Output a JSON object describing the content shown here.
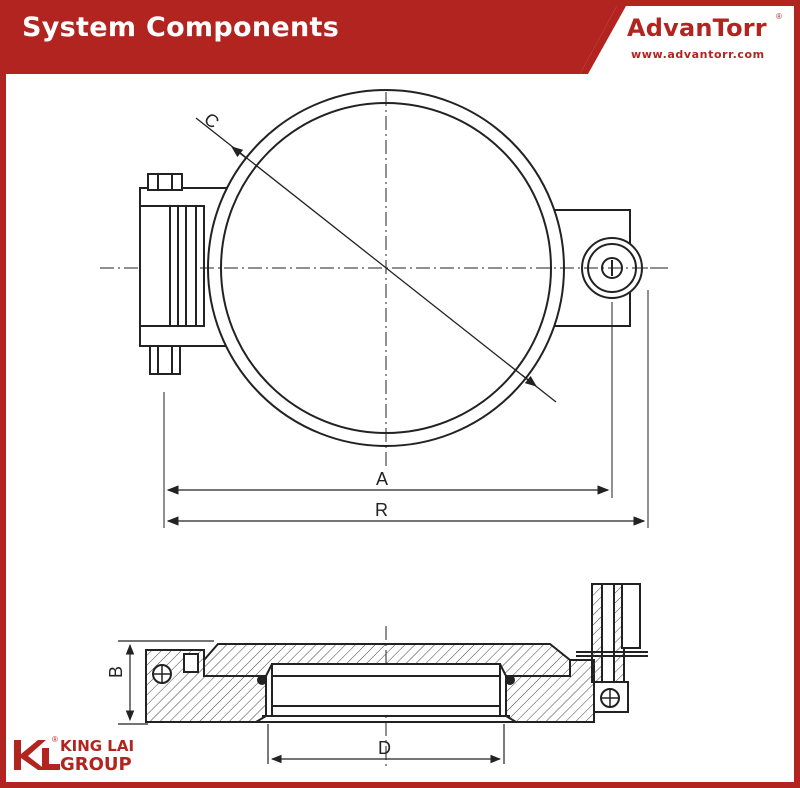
{
  "header": {
    "title": "System Components",
    "brand_name": "AdvanTorr",
    "brand_reg": "®",
    "brand_url": "www.advantorr.com"
  },
  "footer": {
    "logo_reg": "®",
    "logo_line1": "KING LAI",
    "logo_line2": "GROUP"
  },
  "drawing": {
    "dimension_labels": {
      "a": "A",
      "r": "R",
      "c": "C",
      "b": "B",
      "d": "D"
    }
  },
  "colors": {
    "accent": "#b2241f",
    "line": "#222222",
    "hatch": "#444444"
  }
}
